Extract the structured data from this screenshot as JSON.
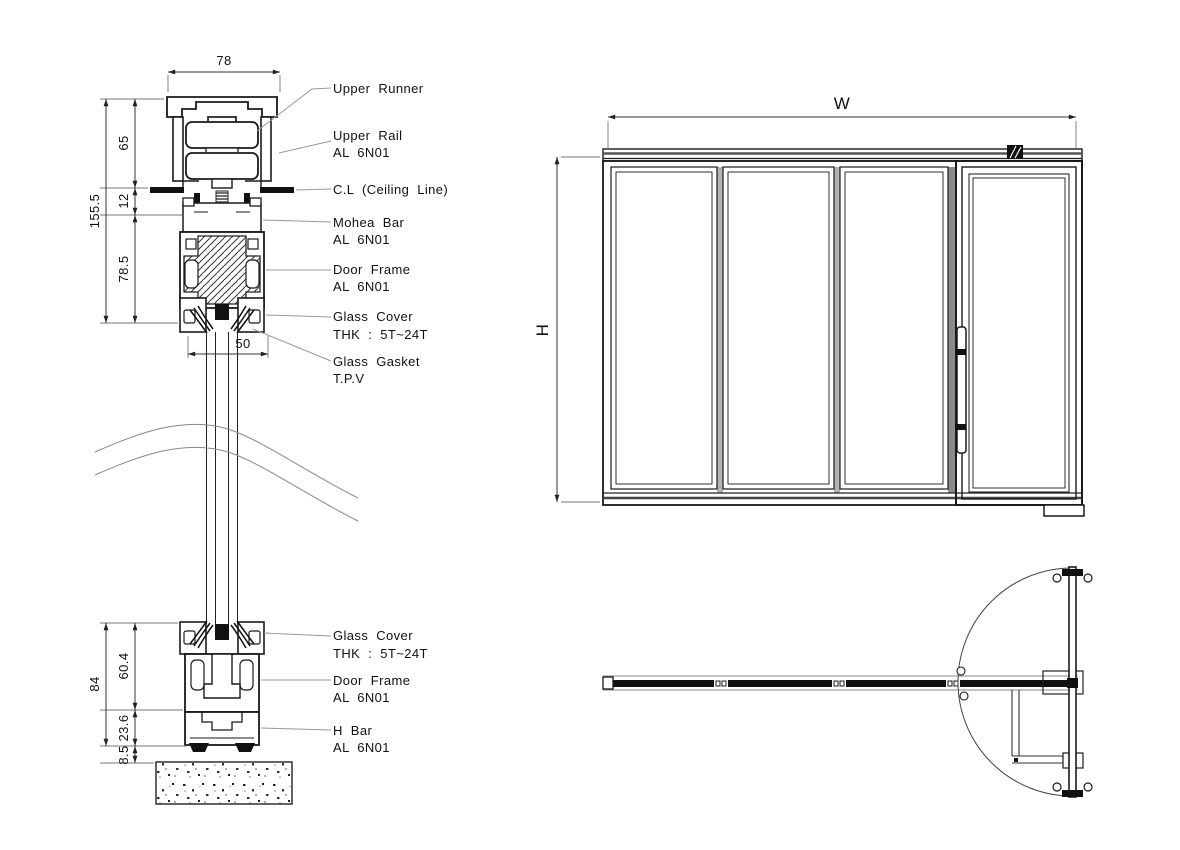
{
  "section": {
    "width_top": "78",
    "h_upper": "65",
    "h_gap": "12",
    "h_frame": "78.5",
    "h_total": "155.5",
    "width_glass": "50",
    "h_total_bottom": "84",
    "h_frame_bottom": "60.4",
    "h_hbar": "23.6",
    "h_floor": "8.5",
    "callouts_top": [
      {
        "title": "Upper Runner",
        "sub": ""
      },
      {
        "title": "Upper Rail",
        "sub": "AL 6N01"
      },
      {
        "title": "C.L (Ceiling Line)",
        "sub": ""
      },
      {
        "title": "Mohea Bar",
        "sub": "AL 6N01"
      },
      {
        "title": "Door Frame",
        "sub": "AL 6N01"
      },
      {
        "title": "Glass Cover",
        "sub": "THK : 5T~24T"
      },
      {
        "title": "Glass Gasket",
        "sub": "T.P.V"
      }
    ],
    "callouts_bottom": [
      {
        "title": "Glass Cover",
        "sub": "THK : 5T~24T"
      },
      {
        "title": "Door Frame",
        "sub": "AL 6N01"
      },
      {
        "title": "H Bar",
        "sub": "AL 6N01"
      }
    ]
  },
  "elevation": {
    "width_label": "W",
    "height_label": "H"
  },
  "colors": {
    "line": "#1a1a1a",
    "dim": "#333333",
    "leader": "#999999",
    "mullion": "#b3b3b3"
  }
}
